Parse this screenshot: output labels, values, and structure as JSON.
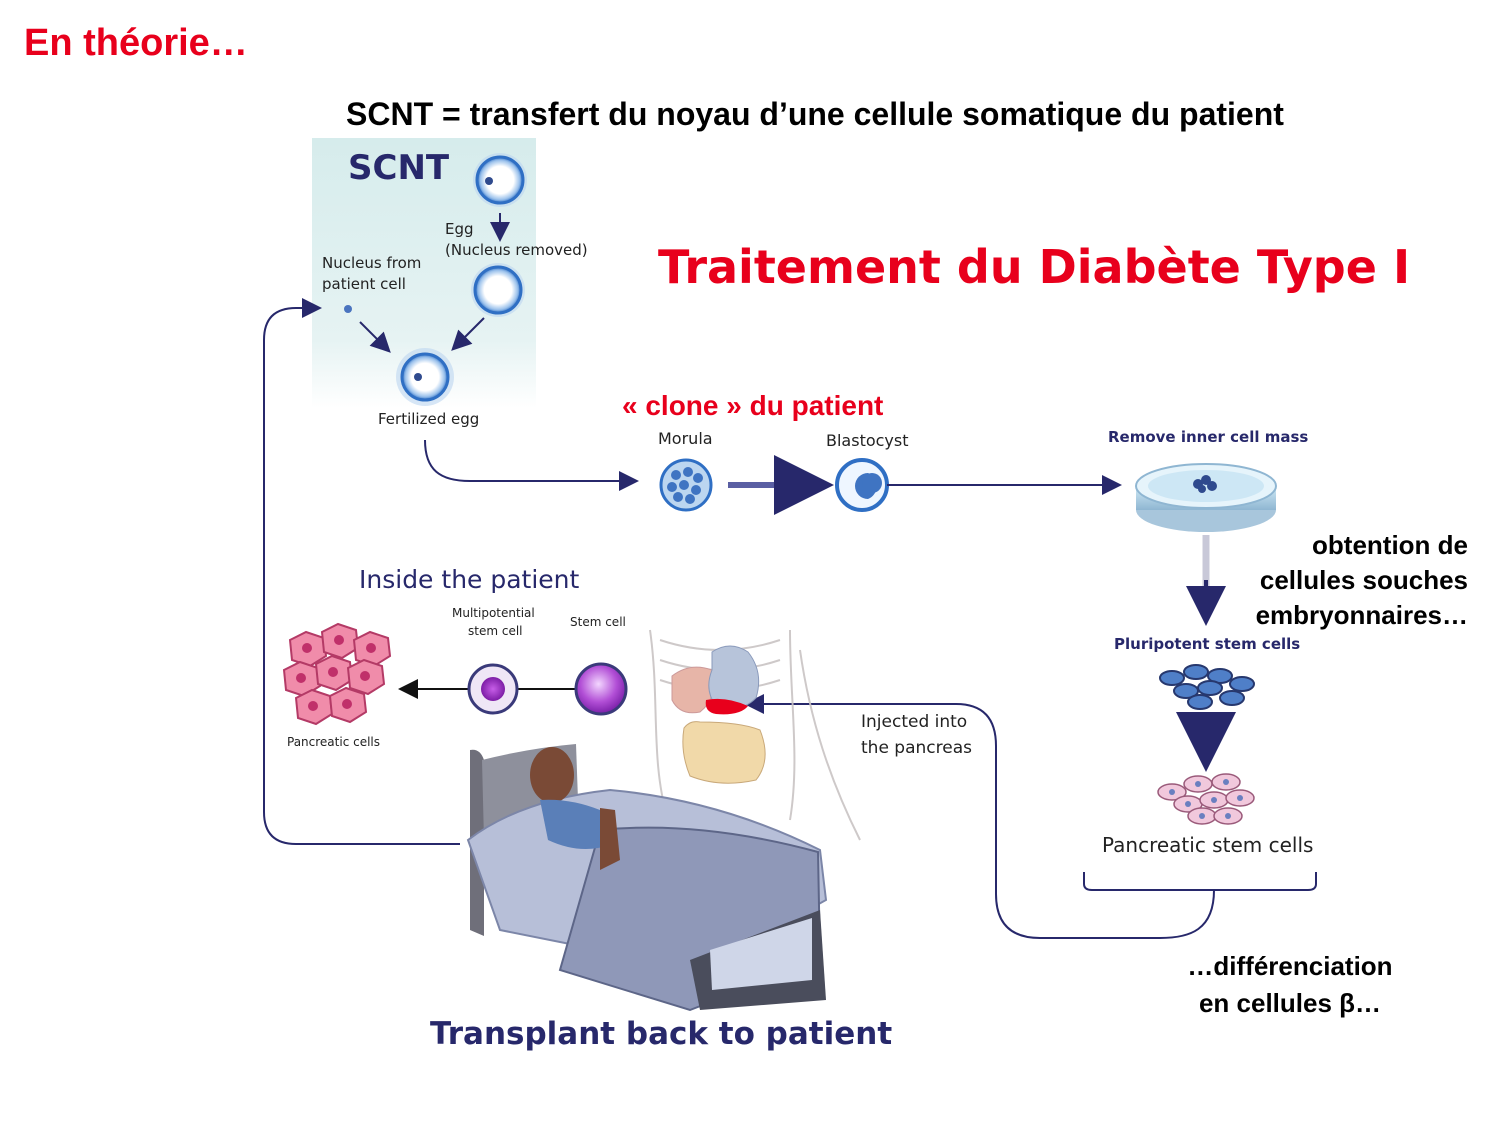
{
  "header": {
    "title": "En théorie…",
    "subtitle": "SCNT = transfert du noyau d’une cellule somatique du patient",
    "treatment_title": "Traitement du Diabète Type I",
    "clone_label": "« clone » du patient"
  },
  "notes": {
    "obtention": [
      "obtention de",
      "cellules souches",
      "embryonnaires…"
    ],
    "differentiation": [
      "…différenciation",
      "en cellules β…"
    ]
  },
  "diagram": {
    "scnt_heading": "SCNT",
    "egg": [
      "Egg",
      "(Nucleus removed)"
    ],
    "nucleus": [
      "Nucleus from",
      "patient cell"
    ],
    "fertilized_egg": "Fertilized egg",
    "morula": "Morula",
    "blastocyst": "Blastocyst",
    "remove_icm": "Remove inner cell mass",
    "pluripotent": "Pluripotent stem cells",
    "pancreatic_stem": "Pancreatic stem cells",
    "injected": [
      "Injected into",
      "the pancreas"
    ],
    "inside_patient": "Inside the patient",
    "multipotential": [
      "Multipotential",
      "stem cell"
    ],
    "stem_cell": "Stem cell",
    "pancreatic_cells": "Pancreatic cells",
    "transplant": "Transplant back to patient"
  },
  "colors": {
    "accent_red": "#e8001c",
    "navy": "#27286b",
    "cell_blue": "#2f5fae",
    "cell_pink": "#d9407a"
  }
}
